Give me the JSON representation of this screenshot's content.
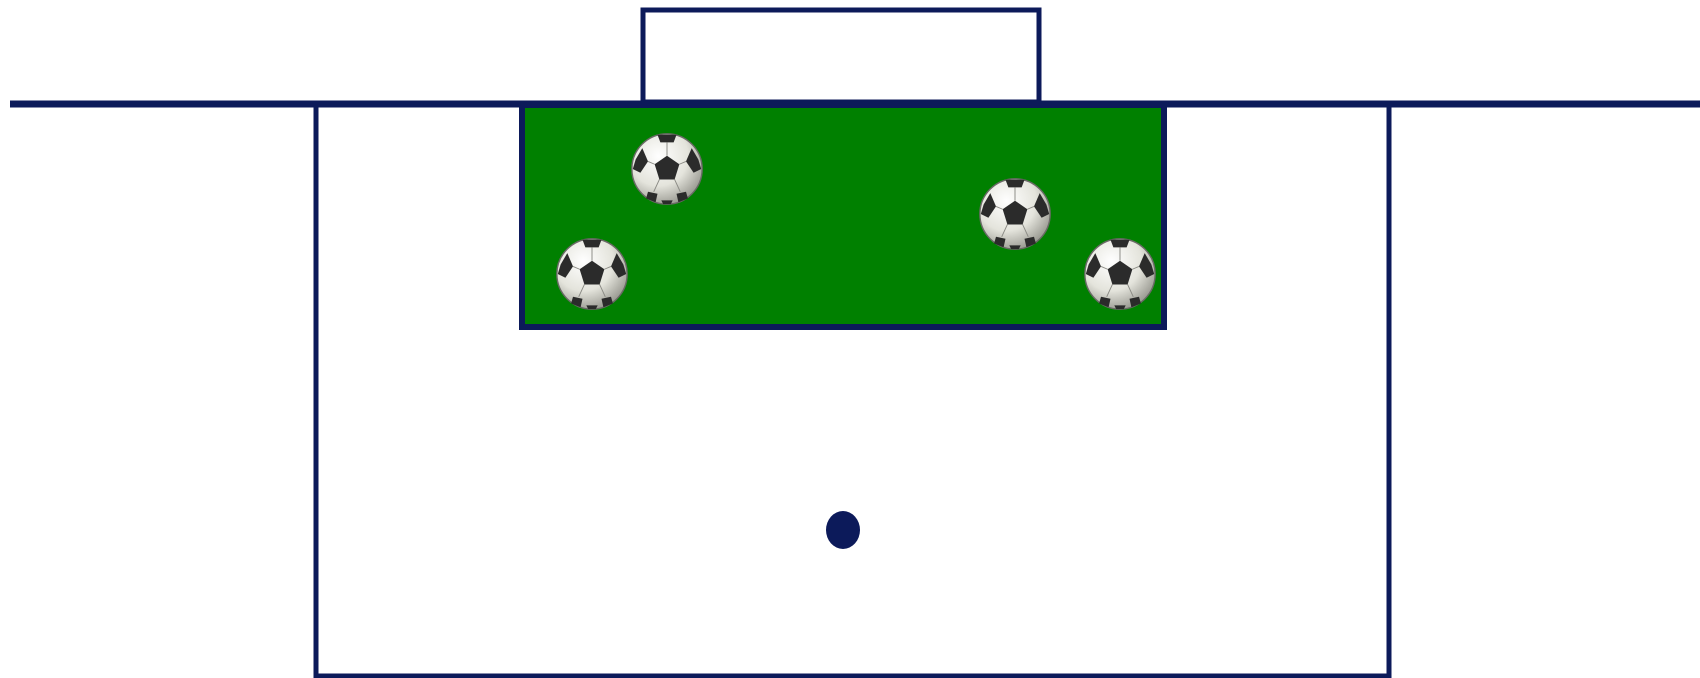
{
  "diagram": {
    "title": "",
    "colors": {
      "lines": "#0c1a5a",
      "drill_zone": "#008000",
      "background": "#ffffff",
      "ball_white": "#f2f2ec",
      "ball_black": "#2b2b2b"
    },
    "elements": {
      "goal": "goal-frame",
      "goal_line": "goal-line",
      "penalty_area": "penalty-area",
      "goal_area": "goal-area-zone",
      "penalty_spot": "penalty-spot",
      "ball_icon": "soccer-ball-icon",
      "ball_count": 4
    },
    "side_note": ""
  }
}
